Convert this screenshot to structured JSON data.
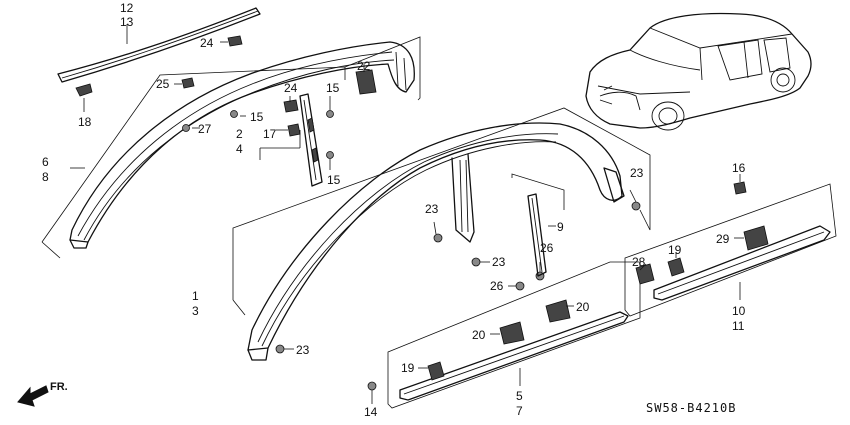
{
  "diagram_code": "SW58-B4210B",
  "direction_label": "FR.",
  "callouts": [
    {
      "id": "c12",
      "text": "12"
    },
    {
      "id": "c13",
      "text": "13"
    },
    {
      "id": "c24a",
      "text": "24"
    },
    {
      "id": "c25",
      "text": "25"
    },
    {
      "id": "c18",
      "text": "18"
    },
    {
      "id": "c22",
      "text": "22"
    },
    {
      "id": "c24b",
      "text": "24"
    },
    {
      "id": "c15a",
      "text": "15"
    },
    {
      "id": "c15b",
      "text": "15"
    },
    {
      "id": "c27",
      "text": "27"
    },
    {
      "id": "c2",
      "text": "2"
    },
    {
      "id": "c17",
      "text": "17"
    },
    {
      "id": "c4",
      "text": "4"
    },
    {
      "id": "c15c",
      "text": "15"
    },
    {
      "id": "c6",
      "text": "6"
    },
    {
      "id": "c8",
      "text": "8"
    },
    {
      "id": "c16",
      "text": "16"
    },
    {
      "id": "c23a",
      "text": "23"
    },
    {
      "id": "c9",
      "text": "9"
    },
    {
      "id": "c23b",
      "text": "23"
    },
    {
      "id": "c29",
      "text": "29"
    },
    {
      "id": "c26a",
      "text": "26"
    },
    {
      "id": "c23c",
      "text": "23"
    },
    {
      "id": "c19a",
      "text": "19"
    },
    {
      "id": "c28",
      "text": "28"
    },
    {
      "id": "c26b",
      "text": "26"
    },
    {
      "id": "c1",
      "text": "1"
    },
    {
      "id": "c3",
      "text": "3"
    },
    {
      "id": "c20a",
      "text": "20"
    },
    {
      "id": "c10",
      "text": "10"
    },
    {
      "id": "c11",
      "text": "11"
    },
    {
      "id": "c20b",
      "text": "20"
    },
    {
      "id": "c23d",
      "text": "23"
    },
    {
      "id": "c19b",
      "text": "19"
    },
    {
      "id": "c5",
      "text": "5"
    },
    {
      "id": "c7",
      "text": "7"
    },
    {
      "id": "c14",
      "text": "14"
    }
  ]
}
